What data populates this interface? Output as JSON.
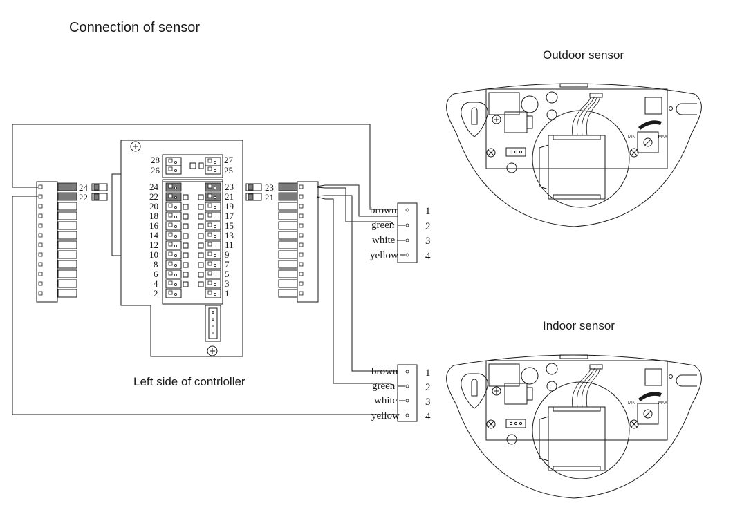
{
  "title": "Connection of sensor",
  "controller_caption": "Left side of contrloller",
  "outdoor_sensor": {
    "title": "Outdoor sensor",
    "wires": [
      "brown",
      "green",
      "white",
      "yellow"
    ],
    "numbers": [
      "1",
      "2",
      "3",
      "4"
    ],
    "min_label": "MIN",
    "max_label": "MAX"
  },
  "indoor_sensor": {
    "title": "Indoor sensor",
    "wires": [
      "brown",
      "green",
      "white",
      "yellow"
    ],
    "numbers": [
      "1",
      "2",
      "3",
      "4"
    ],
    "min_label": "MIN",
    "max_label": "MAX"
  },
  "controller": {
    "top_left_numbers": [
      "28",
      "26"
    ],
    "top_right_numbers": [
      "27",
      "25"
    ],
    "left_numbers": [
      "24",
      "22",
      "20",
      "18",
      "16",
      "14",
      "12",
      "10",
      "8",
      "6",
      "4",
      "2"
    ],
    "right_numbers": [
      "23",
      "21",
      "19",
      "17",
      "15",
      "13",
      "11",
      "9",
      "7",
      "5",
      "3",
      "1"
    ]
  },
  "left_connector_labels": [
    "24",
    "22"
  ],
  "right_connector_labels": [
    "23",
    "21"
  ],
  "colors": {
    "line": "#1a1a1a",
    "terminal_fill": "#7a7a7a",
    "background": "#ffffff"
  }
}
